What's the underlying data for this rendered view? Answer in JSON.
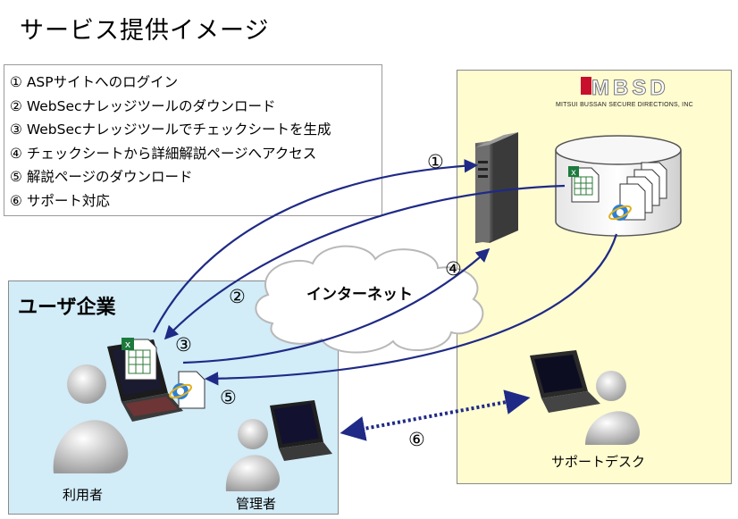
{
  "title": "サービス提供イメージ",
  "steps": [
    "① ASPサイトへのログイン",
    "② WebSecナレッジツールのダウンロード",
    "③ WebSecナレッジツールでチェックシートを生成",
    "④ チェックシートから詳細解説ページへアクセス",
    "⑤ 解説ページのダウンロード",
    "⑥ サポート対応"
  ],
  "user_panel": {
    "heading": "ユーザ企業"
  },
  "internet": {
    "label": "インターネット"
  },
  "people": {
    "user": "利用者",
    "admin": "管理者",
    "support_desk": "サポートデスク"
  },
  "logo": {
    "text": "MBSD",
    "subtitle": "MITSUI BUSSAN SECURE DIRECTIONS, INC"
  },
  "flow_numbers": [
    "①",
    "②",
    "③",
    "④",
    "⑤",
    "⑥"
  ],
  "colors": {
    "arrow": "#1f2a86",
    "mbsd_bg": "#fffcd0",
    "user_bg": "#d2ecf8",
    "logo_red": "#c8102e"
  },
  "icons": [
    "server-icon",
    "database-icon",
    "excel-icon",
    "ie-icon",
    "document-icon",
    "laptop-icon",
    "person-icon",
    "cloud-icon"
  ]
}
